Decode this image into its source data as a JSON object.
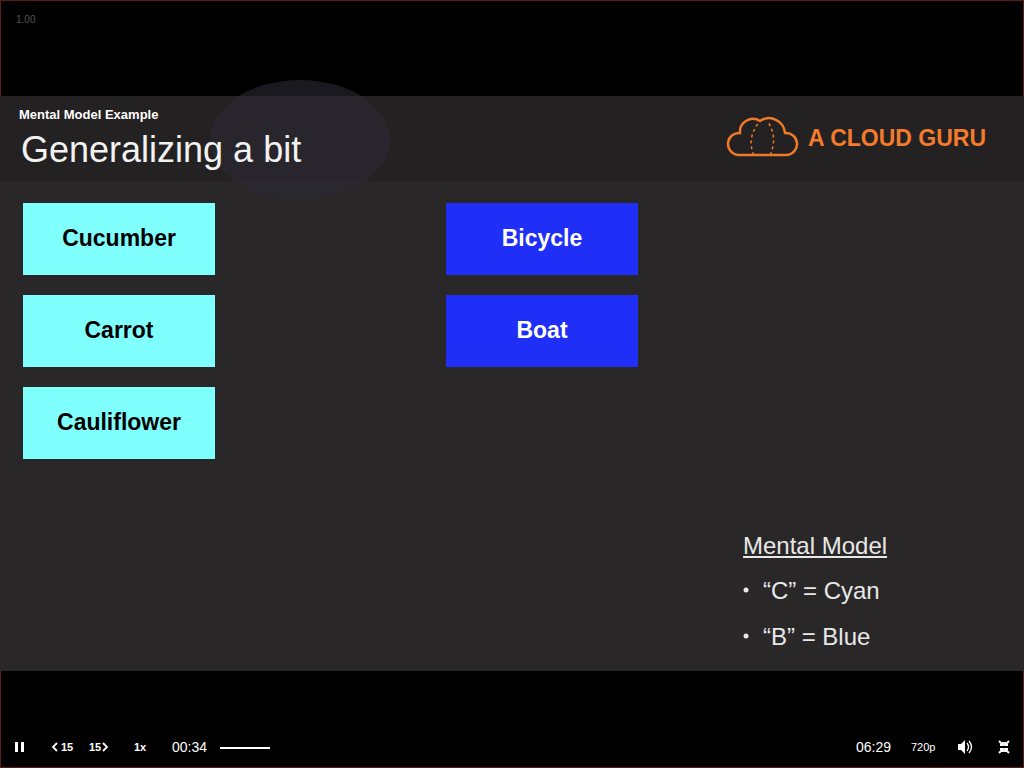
{
  "diagram": {
    "title": "Generalizing a bit",
    "nodes": [
      {
        "text": [
          "Cucumber"
        ]
      },
      {
        "text": [
          "Carrot"
        ]
      },
      {
        "text": [
          "Cauliflower"
        ]
      },
      {
        "text": [
          "Bicycle"
        ]
      },
      {
        "text": [
          "Boat"
        ]
      }
    ],
    "labels": [
      "1.00",
      "Mental Model Example",
      "A CLOUD GURU",
      "Mental Model",
      "“C” = Cyan",
      "“B” = Blue",
      "15",
      "15",
      "1x",
      "00:34",
      "06:29",
      "720p"
    ]
  }
}
